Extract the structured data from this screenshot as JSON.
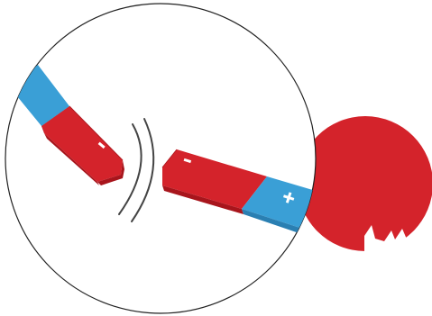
{
  "scene": {
    "subject": "magnets-repelling",
    "magnets": [
      {
        "position": "left",
        "poles": [
          {
            "color": "blue",
            "symbol": ""
          },
          {
            "color": "red",
            "symbol": "-"
          }
        ]
      },
      {
        "position": "right",
        "poles": [
          {
            "color": "red",
            "symbol": "-"
          },
          {
            "color": "blue",
            "symbol": "+"
          }
        ]
      }
    ],
    "field_lines": 2,
    "colors": {
      "pole_red": "#d4232b",
      "pole_red_dark": "#a8151c",
      "pole_blue": "#3a9fd6",
      "pole_blue_dark": "#2a7fb2",
      "accent_circle": "#d4232b",
      "stroke": "#222222",
      "background": "#ffffff"
    }
  }
}
